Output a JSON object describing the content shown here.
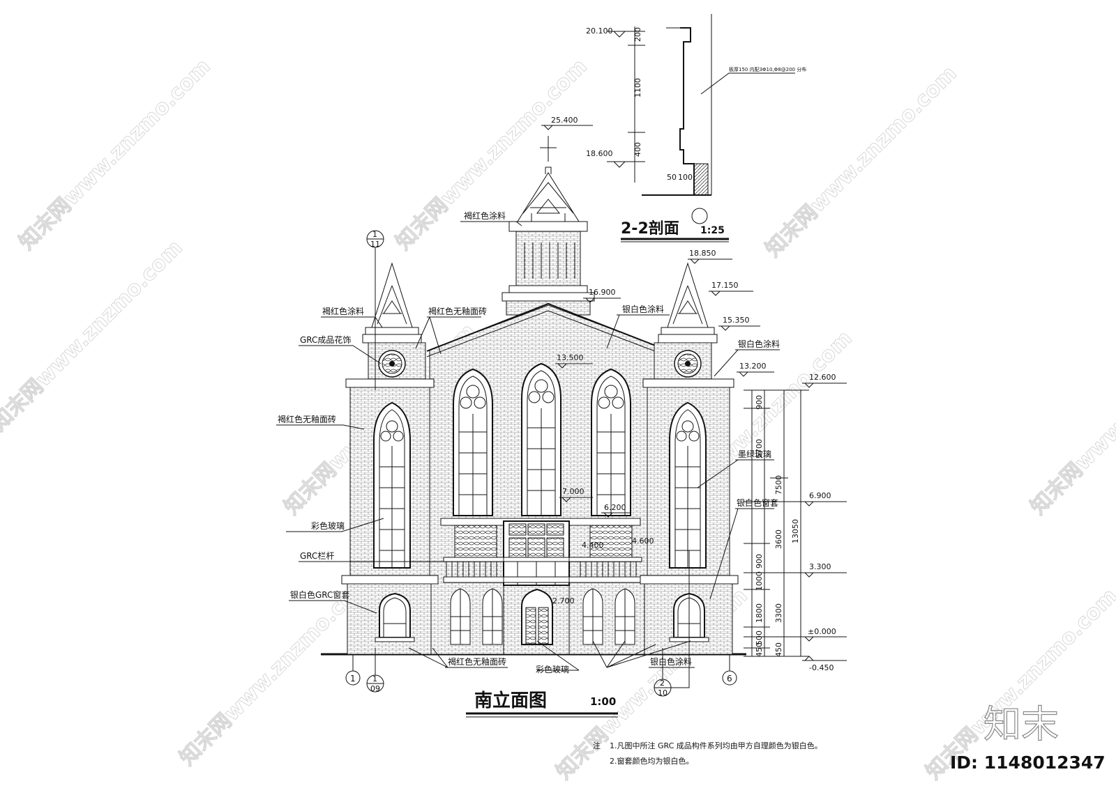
{
  "watermark": {
    "text": "知末网www.znzmo.com"
  },
  "brand": {
    "logo_text": "知末",
    "id_text": "ID: 1148012347"
  },
  "section": {
    "title": "2-2剖面",
    "scale": "1:25",
    "elevations": [
      "20.100",
      "18.600"
    ],
    "dims": [
      "200",
      "1100",
      "400",
      "50",
      "100"
    ],
    "note": "板厚150 内配3Φ10,Φ8@200 分布"
  },
  "elevation": {
    "title": "南立面图",
    "scale": "1:00",
    "levels": [
      "25.400",
      "18.850",
      "17.150",
      "16.900",
      "15.350",
      "13.500",
      "13.200",
      "12.600",
      "7.000",
      "6.900",
      "6.200",
      "4.400",
      "4.600",
      "3.300",
      "2.700",
      "±0.000",
      "-0.450"
    ],
    "dims_right": [
      "900",
      "5700",
      "7500",
      "3600",
      "900",
      "1000",
      "1800",
      "3300",
      "500",
      "450",
      "450",
      "13050"
    ],
    "labels": {
      "paint_top": "褐红色涂料",
      "paint_left": "褐红色涂料",
      "brick_left_top": "褐红色无釉面砖",
      "grc_flower": "GRC成品花饰",
      "brick_left": "褐红色无釉面砖",
      "colored_glass_left": "彩色玻璃",
      "grc_rail": "GRC栏杆",
      "grc_window_frame": "银白色GRC窗套",
      "silver_paint_top": "银白色涂料",
      "silver_paint_right": "银白色涂料",
      "dark_green_glass": "墨绿玻璃",
      "silver_window_frame": "银白色窗套",
      "brick_bottom": "褐红色无釉面砖",
      "colored_glass_bottom": "彩色玻璃",
      "silver_paint_bottom": "银白色涂料"
    },
    "axis": {
      "left": "1",
      "right": "6"
    },
    "callouts": [
      {
        "top": "1",
        "bottom": "11"
      },
      {
        "top": "1",
        "bottom": "09"
      },
      {
        "top": "2",
        "bottom": "10"
      }
    ]
  },
  "notes": {
    "prefix": "注",
    "line1": "1.凡图中所注 GRC 成品构件系列均由甲方自理颜色为银白色。",
    "line2": "2.窗套颜色均为银白色。"
  }
}
